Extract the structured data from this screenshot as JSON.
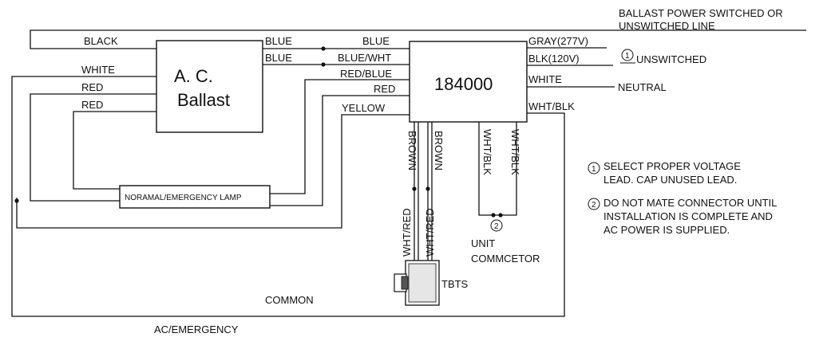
{
  "top_note": {
    "line1": "BALLAST POWER SWITCHED OR",
    "line2": "UNSWITCHED LINE"
  },
  "ballast": {
    "line1": "A. C.",
    "line2": "Ballast"
  },
  "unit": {
    "label": "184000"
  },
  "lamp": {
    "label": "NORAMAL/EMERGENCY LAMP"
  },
  "ballast_left_wires": [
    "BLACK",
    "WHITE",
    "RED",
    "RED"
  ],
  "ballast_right_wires": [
    "BLUE",
    "BLUE"
  ],
  "unit_left_wires": [
    "BLUE",
    "BLUE/WHT",
    "RED/BLUE",
    "RED",
    "YELLOW"
  ],
  "unit_right_wires": [
    "GRAY(277V)",
    "BLK(120V)",
    "WHITE",
    "WHT/BLK"
  ],
  "line_labels": {
    "unswitched": "UNSWITCHED",
    "neutral": "NEUTRAL"
  },
  "markers": {
    "one": "1",
    "two": "2"
  },
  "bottom_wires": {
    "brown_a": "BROWN",
    "brown_b": "BROWN",
    "whtred_a": "WHT/RED",
    "whtred_b": "WHT/RED",
    "whtblk_a": "WHT/BLK",
    "whtblk_b": "WHT/BLK"
  },
  "unit_connector": {
    "line1": "UNIT",
    "line2": "COMMCETOR"
  },
  "tbts": {
    "label": "TBTS"
  },
  "common": {
    "label": "COMMON"
  },
  "footer": {
    "label": "AC/EMERGENCY"
  },
  "notes": [
    {
      "marker": "1",
      "lines": [
        "SELECT PROPER VOLTAGE",
        "LEAD. CAP UNUSED LEAD."
      ]
    },
    {
      "marker": "2",
      "lines": [
        "DO NOT MATE CONNECTOR UNTIL",
        "INSTALLATION IS COMPLETE AND",
        "AC POWER IS SUPPLIED."
      ]
    }
  ]
}
